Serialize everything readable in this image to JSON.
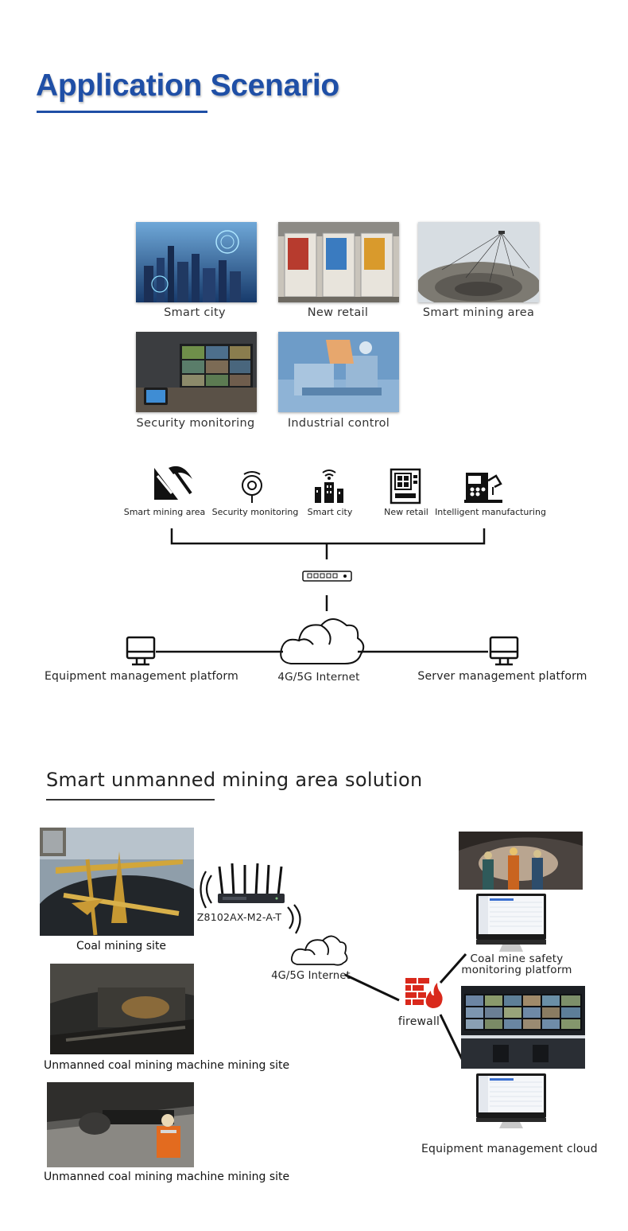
{
  "header": {
    "title": "Application Scenario"
  },
  "scenarios": [
    {
      "label": "Smart city"
    },
    {
      "label": "New retail"
    },
    {
      "label": "Smart mining area"
    },
    {
      "label": "Security monitoring"
    },
    {
      "label": "Industrial control"
    }
  ],
  "network": {
    "icons": [
      {
        "label": "Smart mining area",
        "icon": "pickaxe-icon"
      },
      {
        "label": "Security monitoring",
        "icon": "camera-icon"
      },
      {
        "label": "Smart city",
        "icon": "city-icon"
      },
      {
        "label": "New retail",
        "icon": "vending-machine-icon"
      },
      {
        "label": "Intelligent manufacturing",
        "icon": "machine-icon"
      }
    ],
    "left_platform": "Equipment management platform",
    "internet": "4G/5G Internet",
    "right_platform": "Server management platform"
  },
  "solution": {
    "title": "Smart unmanned mining area solution",
    "sites": [
      {
        "label": "Coal mining site"
      },
      {
        "label": "Unmanned coal mining machine mining site"
      },
      {
        "label": "Unmanned coal mining machine mining site"
      }
    ],
    "router_model": "Z8102AX-M2-A-T",
    "internet": "4G/5G Internet",
    "firewall": "firewall",
    "platform_top_line1": "Coal mine safety",
    "platform_top_line2": "monitoring platform",
    "platform_bottom": "Equipment management cloud"
  }
}
